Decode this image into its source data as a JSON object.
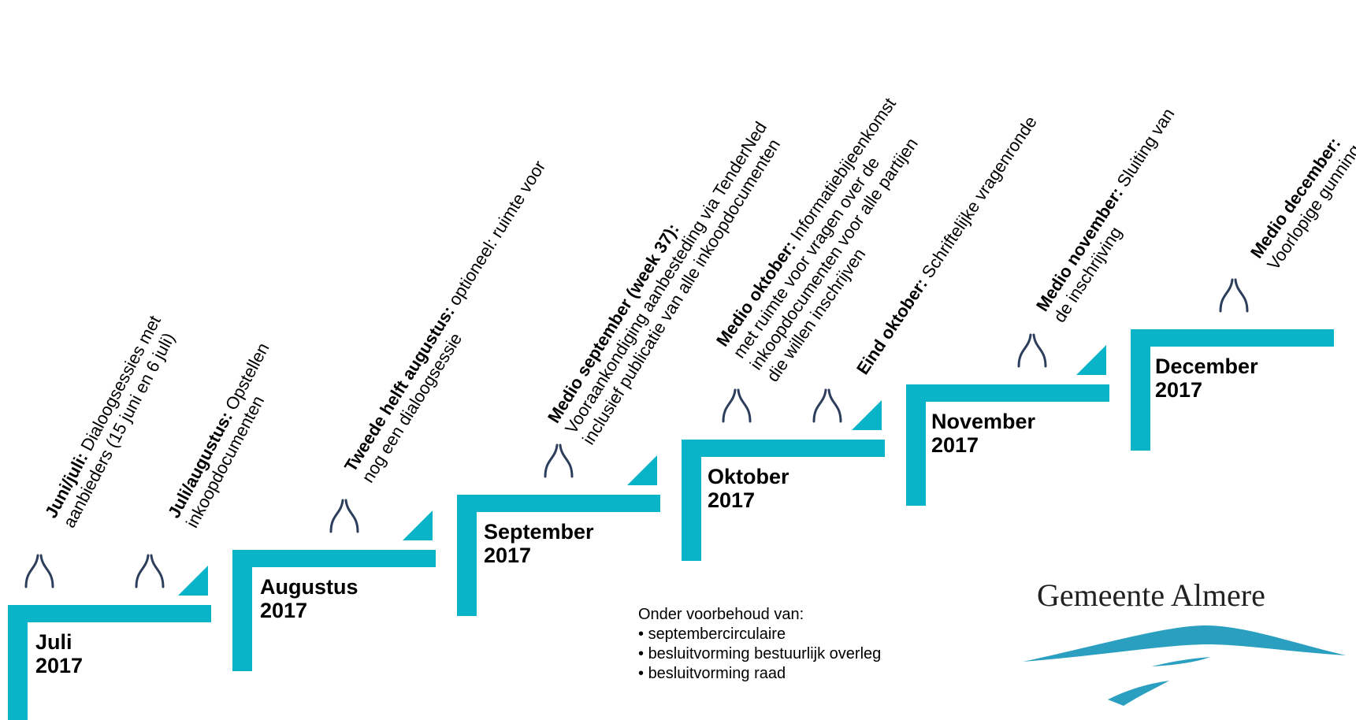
{
  "colors": {
    "accent": "#09b3c8",
    "icon": "#2c3e5c",
    "logo_wave": "#2a9fc0"
  },
  "steps": [
    {
      "month": "Juli",
      "year": "2017"
    },
    {
      "month": "Augustus",
      "year": "2017"
    },
    {
      "month": "September",
      "year": "2017"
    },
    {
      "month": "Oktober",
      "year": "2017"
    },
    {
      "month": "November",
      "year": "2017"
    },
    {
      "month": "December",
      "year": "2017"
    }
  ],
  "milestones": [
    {
      "lines": [
        {
          "bold": "Juni/juli:",
          "text": " Dialoogsessies met"
        },
        {
          "bold": "",
          "text": "aanbieders (15 juni en 6 juli)"
        }
      ]
    },
    {
      "lines": [
        {
          "bold": "Juli/augustus:",
          "text": " Opstellen"
        },
        {
          "bold": "",
          "text": "inkoopdocumenten"
        }
      ]
    },
    {
      "lines": [
        {
          "bold": "Tweede helft augustus:",
          "text": " optioneel: ruimte voor"
        },
        {
          "bold": "",
          "text": "nog een dialoogsessie"
        }
      ]
    },
    {
      "lines": [
        {
          "bold": "Medio september (week 37):",
          "text": ""
        },
        {
          "bold": "",
          "text": "Vooraankondiging aanbesteding via TenderNed"
        },
        {
          "bold": "",
          "text": "inclusief publicatie van alle inkoopdocumenten"
        }
      ]
    },
    {
      "lines": [
        {
          "bold": "Medio oktober:",
          "text": " Informatiebijeenkomst"
        },
        {
          "bold": "",
          "text": "met ruimte voor vragen over de"
        },
        {
          "bold": "",
          "text": "inkoopdocumenten voor alle partijen"
        },
        {
          "bold": "",
          "text": "die willen inschrijven"
        }
      ]
    },
    {
      "lines": [
        {
          "bold": "Eind oktober:",
          "text": " Schriftelijke vragenronde"
        }
      ]
    },
    {
      "lines": [
        {
          "bold": "Medio november:",
          "text": " Sluiting van"
        },
        {
          "bold": "",
          "text": "de inschrijving"
        }
      ]
    },
    {
      "lines": [
        {
          "bold": "Medio december:",
          "text": ""
        },
        {
          "bold": "",
          "text": "Voorlopige gunning"
        }
      ]
    }
  ],
  "note": {
    "title": "Onder voorbehoud van:",
    "items": [
      "septembercirculaire",
      "besluitvorming bestuurlijk overleg",
      "besluitvorming raad"
    ]
  },
  "logo": {
    "name": "Gemeente Almere"
  }
}
